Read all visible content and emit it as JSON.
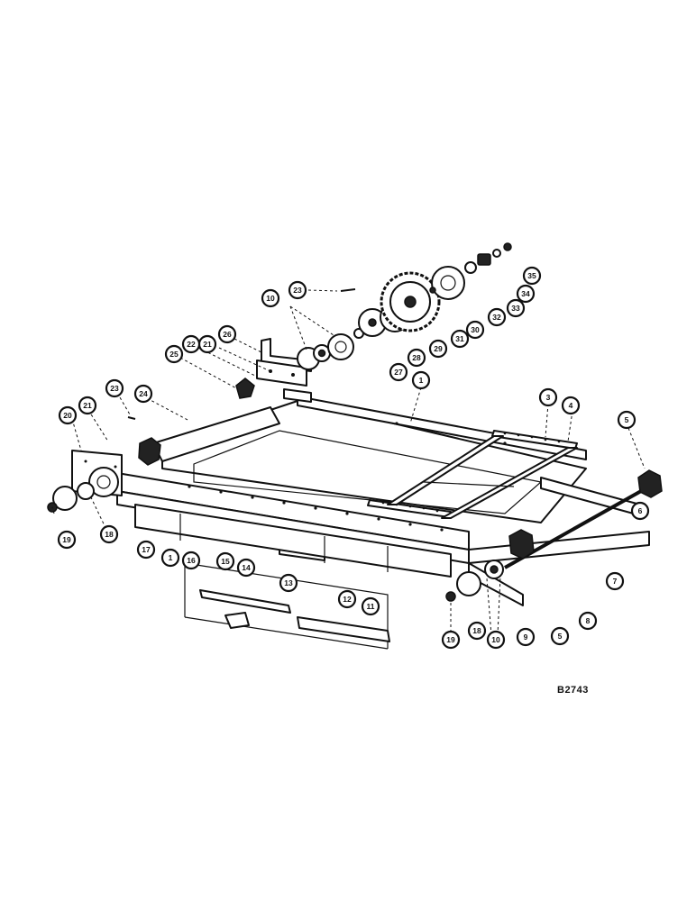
{
  "figure_ref": "B2743",
  "callouts": [
    {
      "id": "c1a",
      "num": "1"
    },
    {
      "id": "c1b",
      "num": "1"
    },
    {
      "id": "c3",
      "num": "3"
    },
    {
      "id": "c4",
      "num": "4"
    },
    {
      "id": "c5a",
      "num": "5"
    },
    {
      "id": "c5b",
      "num": "5"
    },
    {
      "id": "c6",
      "num": "6"
    },
    {
      "id": "c7",
      "num": "7"
    },
    {
      "id": "c8",
      "num": "8"
    },
    {
      "id": "c9",
      "num": "9"
    },
    {
      "id": "c10a",
      "num": "10"
    },
    {
      "id": "c10b",
      "num": "10"
    },
    {
      "id": "c11",
      "num": "11"
    },
    {
      "id": "c12",
      "num": "12"
    },
    {
      "id": "c13",
      "num": "13"
    },
    {
      "id": "c14",
      "num": "14"
    },
    {
      "id": "c15",
      "num": "15"
    },
    {
      "id": "c16",
      "num": "16"
    },
    {
      "id": "c17",
      "num": "17"
    },
    {
      "id": "c18a",
      "num": "18"
    },
    {
      "id": "c18b",
      "num": "18"
    },
    {
      "id": "c19a",
      "num": "19"
    },
    {
      "id": "c19b",
      "num": "19"
    },
    {
      "id": "c20",
      "num": "20"
    },
    {
      "id": "c21a",
      "num": "21"
    },
    {
      "id": "c21b",
      "num": "21"
    },
    {
      "id": "c22",
      "num": "22"
    },
    {
      "id": "c23a",
      "num": "23"
    },
    {
      "id": "c23b",
      "num": "23"
    },
    {
      "id": "c24",
      "num": "24"
    },
    {
      "id": "c25",
      "num": "25"
    },
    {
      "id": "c26",
      "num": "26"
    },
    {
      "id": "c27",
      "num": "27"
    },
    {
      "id": "c28",
      "num": "28"
    },
    {
      "id": "c29",
      "num": "29"
    },
    {
      "id": "c30",
      "num": "30"
    },
    {
      "id": "c31",
      "num": "31"
    },
    {
      "id": "c32",
      "num": "32"
    },
    {
      "id": "c33",
      "num": "33"
    },
    {
      "id": "c34",
      "num": "34"
    },
    {
      "id": "c35",
      "num": "35"
    }
  ]
}
